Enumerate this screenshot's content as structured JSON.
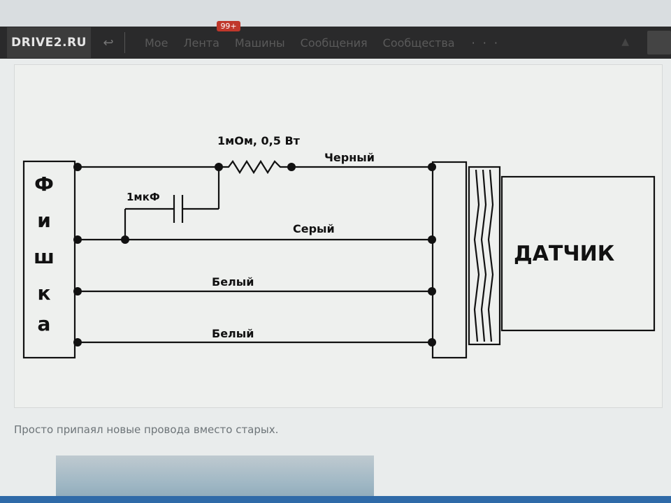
{
  "header": {
    "logo": "DRIVE2.RU",
    "nav": [
      {
        "label": "Мое"
      },
      {
        "label": "Лента",
        "badge": "99+"
      },
      {
        "label": "Машины"
      },
      {
        "label": "Сообщения"
      },
      {
        "label": "Сообщества"
      }
    ],
    "more": "· · ·"
  },
  "diagram": {
    "connector_letters": [
      "Ф",
      "и",
      "ш",
      "к",
      "а"
    ],
    "resistor_label": "1мОм, 0,5 Вт",
    "capacitor_label": "1мкФ",
    "wires": [
      "Черный",
      "Серый",
      "Белый",
      "Белый"
    ],
    "sensor_label": "ДАТЧИК"
  },
  "caption": "Просто припаял новые провода вместо старых.",
  "colors": {
    "topbar": "#2a2a2b",
    "badge": "#c0372b",
    "wire": "#111111"
  }
}
